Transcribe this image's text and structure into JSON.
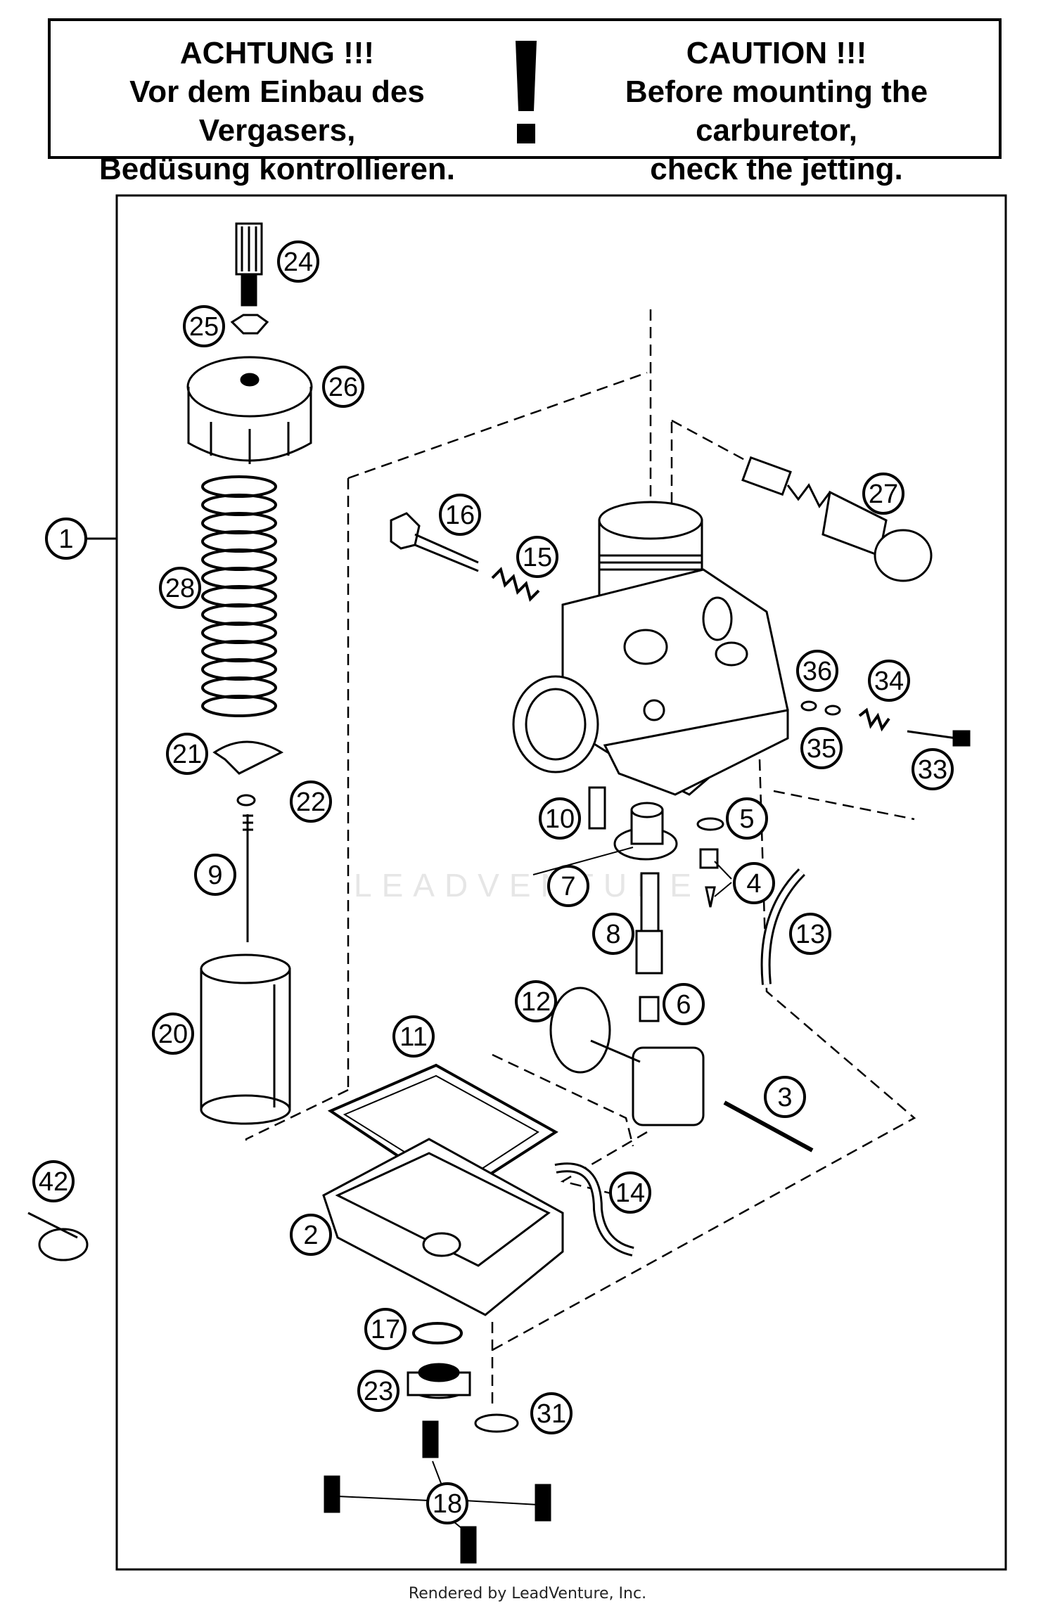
{
  "caution": {
    "german_title": "ACHTUNG !!!",
    "german_line1": "Vor dem Einbau des Vergasers,",
    "german_line2": "Bedüsung kontrollieren.",
    "english_title": "CAUTION !!!",
    "english_line1": "Before mounting the carburetor,",
    "english_line2": "check the jetting."
  },
  "callouts": [
    "1",
    "2",
    "3",
    "4",
    "5",
    "6",
    "7",
    "8",
    "9",
    "10",
    "11",
    "12",
    "13",
    "14",
    "15",
    "16",
    "17",
    "18",
    "20",
    "21",
    "22",
    "23",
    "24",
    "25",
    "26",
    "27",
    "28",
    "31",
    "33",
    "34",
    "35",
    "36",
    "42"
  ],
  "watermark": "LEADVENTURE",
  "footer": "Rendered by LeadVenture, Inc."
}
